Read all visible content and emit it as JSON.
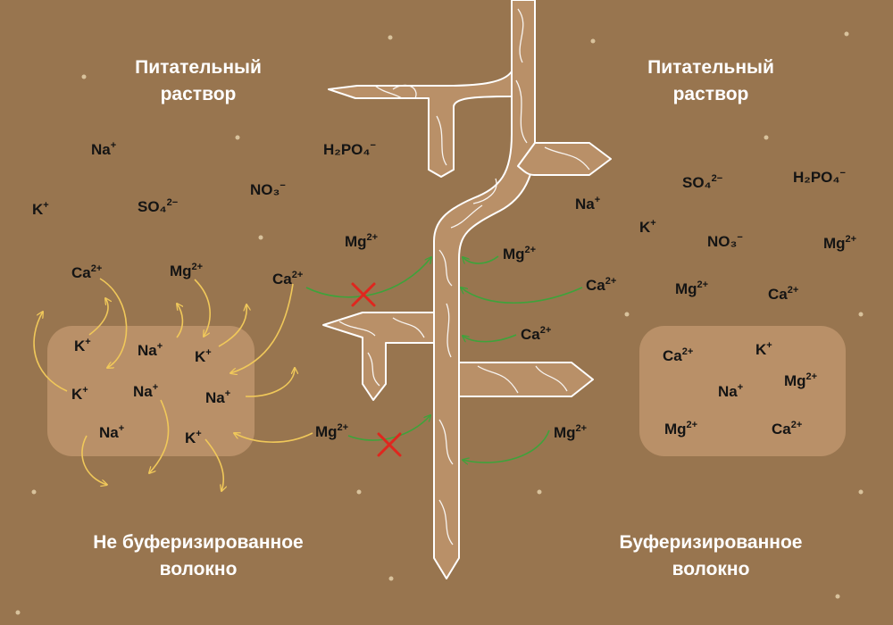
{
  "headings": {
    "left_top": [
      "Питательный",
      "раствор"
    ],
    "right_top": [
      "Питательный",
      "раствор"
    ],
    "left_bottom": [
      "Не буферизированное",
      "волокно"
    ],
    "right_bottom": [
      "Буферизированное",
      "волокно"
    ]
  },
  "colors": {
    "background": "#98754f",
    "fiber_box": "#b99068",
    "root_fill": "#b99068",
    "root_outline": "#ffffff",
    "exchange_arrow": "#f0c85a",
    "uptake_arrow": "#3ea33b",
    "blocked_mark": "#e0261e",
    "dots": "#d8c29c",
    "text": "#141414"
  },
  "icons": {
    "blocked": "red-x-icon",
    "uptake": "green-curved-arrow",
    "exchange": "yellow-curved-arrow"
  },
  "ions": {
    "left_solution": [
      {
        "base": "Na",
        "charge": "+"
      },
      {
        "base": "H₂PO₄",
        "charge": "−"
      },
      {
        "base": "K",
        "charge": "+"
      },
      {
        "base": "SO₄",
        "charge": "2−"
      },
      {
        "base": "NO₃",
        "charge": "−"
      },
      {
        "base": "Mg",
        "charge": "2+"
      },
      {
        "base": "Ca",
        "charge": "2+"
      },
      {
        "base": "Mg",
        "charge": "2+"
      },
      {
        "base": "Ca",
        "charge": "2+"
      },
      {
        "base": "Mg",
        "charge": "2+"
      }
    ],
    "left_fiber": [
      {
        "base": "K",
        "charge": "+"
      },
      {
        "base": "Na",
        "charge": "+"
      },
      {
        "base": "K",
        "charge": "+"
      },
      {
        "base": "K",
        "charge": "+"
      },
      {
        "base": "Na",
        "charge": "+"
      },
      {
        "base": "Na",
        "charge": "+"
      },
      {
        "base": "Na",
        "charge": "+"
      },
      {
        "base": "K",
        "charge": "+"
      }
    ],
    "right_solution": [
      {
        "base": "Na",
        "charge": "+"
      },
      {
        "base": "SO₄",
        "charge": "2−"
      },
      {
        "base": "H₂PO₄",
        "charge": "−"
      },
      {
        "base": "K",
        "charge": "+"
      },
      {
        "base": "NO₃",
        "charge": "−"
      },
      {
        "base": "Mg",
        "charge": "2+"
      },
      {
        "base": "Mg",
        "charge": "2+"
      },
      {
        "base": "Ca",
        "charge": "2+"
      },
      {
        "base": "Mg",
        "charge": "2+"
      },
      {
        "base": "Ca",
        "charge": "2+"
      },
      {
        "base": "Ca",
        "charge": "2+"
      },
      {
        "base": "Mg",
        "charge": "2+"
      }
    ],
    "right_fiber": [
      {
        "base": "Ca",
        "charge": "2+"
      },
      {
        "base": "K",
        "charge": "+"
      },
      {
        "base": "Mg",
        "charge": "2+"
      },
      {
        "base": "Na",
        "charge": "+"
      },
      {
        "base": "Mg",
        "charge": "2+"
      },
      {
        "base": "Ca",
        "charge": "2+"
      }
    ]
  }
}
